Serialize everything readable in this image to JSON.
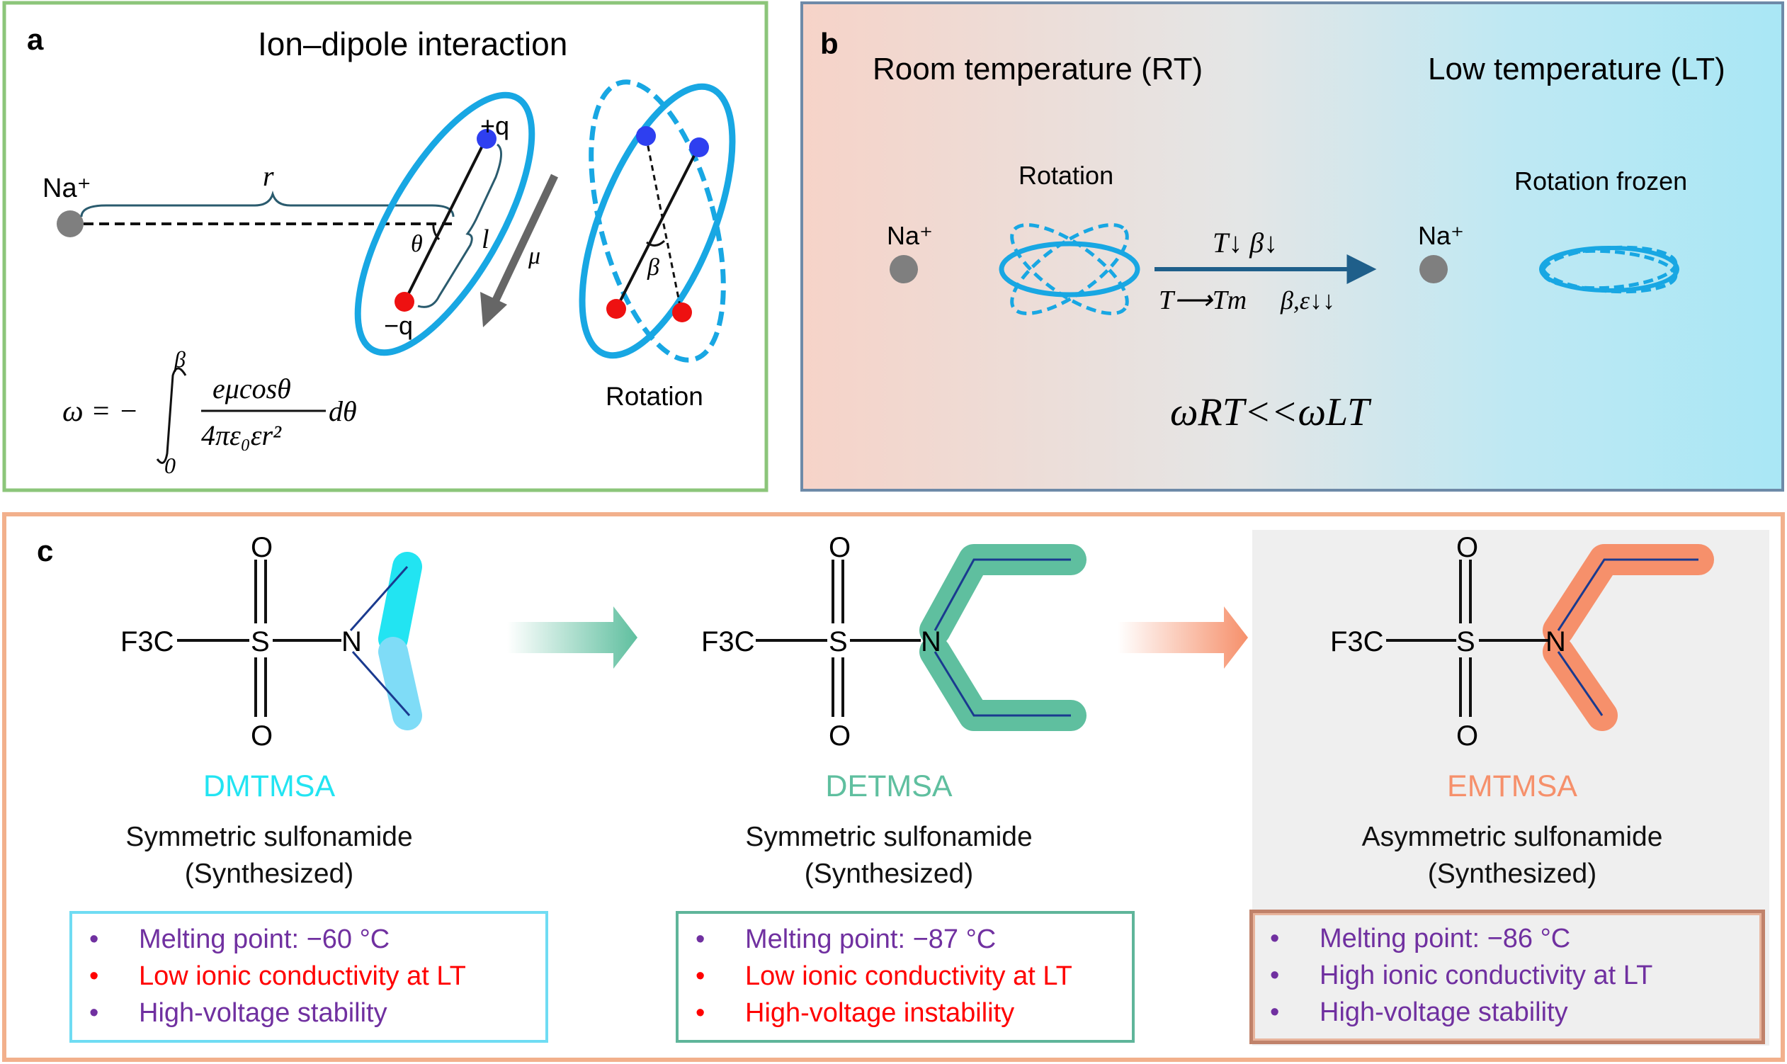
{
  "panel_a": {
    "label": "a",
    "title": "Ion–dipole interaction",
    "ion_label": "Na⁺",
    "r_label": "r",
    "theta_label": "θ",
    "l_label": "l",
    "mu_label": "μ",
    "plus_q": "+q",
    "minus_q": "−q",
    "beta_label": "β",
    "rotation_label": "Rotation",
    "formula": {
      "omega_lhs": "ω = −",
      "upper_limit": "β",
      "lower_limit": "0",
      "numerator": "eμcosθ",
      "denominator": "4πε₀εr²",
      "differential": "dθ"
    }
  },
  "panel_b": {
    "label": "b",
    "rt_title": "Room temperature (RT)",
    "lt_title": "Low temperature (LT)",
    "ion_label_left": "Na⁺",
    "ion_label_right": "Na⁺",
    "rotation_label": "Rotation",
    "frozen_label": "Rotation frozen",
    "arrow_top": "T↓ β↓",
    "arrow_bottom_left": "T⟶Tm",
    "arrow_bottom_right": "β,ε↓↓",
    "relation": "ωRT<<ωLT"
  },
  "panel_c": {
    "label": "c",
    "molecules": [
      {
        "name": "DMTMSA",
        "name_color": "#22e4f2",
        "group_label": "F3C",
        "o_label": "O",
        "s_label": "S",
        "n_label": "N",
        "description": "Symmetric sulfonamide",
        "subtitle": "(Synthesized)",
        "box_border": "#6fdcf3",
        "properties": [
          {
            "text": "Melting point: −60 °C",
            "color": "#7030a0"
          },
          {
            "text": "Low ionic conductivity at LT",
            "color": "#ff0000"
          },
          {
            "text": "High-voltage stability",
            "color": "#7030a0"
          }
        ]
      },
      {
        "name": "DETMSA",
        "name_color": "#5fbf9f",
        "group_label": "F3C",
        "o_label": "O",
        "s_label": "S",
        "n_label": "N",
        "description": "Symmetric sulfonamide",
        "subtitle": "(Synthesized)",
        "box_border": "#5fb59a",
        "properties": [
          {
            "text": "Melting point: −87 °C",
            "color": "#7030a0"
          },
          {
            "text": "Low ionic conductivity at LT",
            "color": "#ff0000"
          },
          {
            "text": "High-voltage instability",
            "color": "#ff0000"
          }
        ]
      },
      {
        "name": "EMTMSA",
        "name_color": "#f6906b",
        "group_label": "F3C",
        "o_label": "O",
        "s_label": "S",
        "n_label": "N",
        "description": "Asymmetric sulfonamide",
        "subtitle": "(Synthesized)",
        "box_border": "#c0826a",
        "properties": [
          {
            "text": "Melting point: −86 °C",
            "color": "#7030a0"
          },
          {
            "text": "High ionic conductivity at LT",
            "color": "#7030a0"
          },
          {
            "text": "High-voltage stability",
            "color": "#7030a0"
          }
        ]
      }
    ]
  },
  "colors": {
    "panel_a_border": "#8cc57a",
    "panel_b_border": "#6e8aa8",
    "panel_c_border": "#f2b08c",
    "ellipse_blue": "#18a7e3",
    "positive_pole": "#2e3ff0",
    "negative_pole": "#ee1111",
    "ion_grey": "#7f7f7f",
    "arrow_navy": "#1f5f8a",
    "bullet_dot_purple": "#7030a0"
  }
}
